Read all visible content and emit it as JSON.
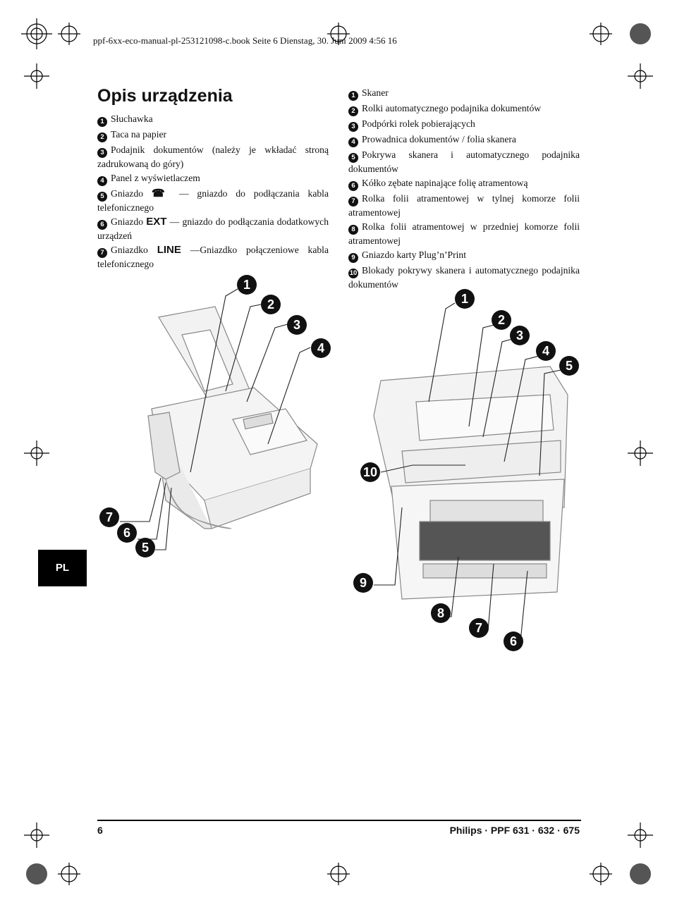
{
  "header": {
    "file_line": "ppf-6xx-eco-manual-pl-253121098-c.book  Seite 6  Dienstag, 30. Juni 2009  4:56 16"
  },
  "section": {
    "title": "Opis urządzenia"
  },
  "left_list": [
    {
      "num": "1",
      "text": "Słuchawka"
    },
    {
      "num": "2",
      "text": "Taca na papier"
    },
    {
      "num": "3",
      "text": "Podajnik dokumentów (należy je wkładać stroną zadrukowaną do góry)"
    },
    {
      "num": "4",
      "text": "Panel z wyświetlaczem"
    },
    {
      "num": "5",
      "pre": "Gniazdo",
      "symbol": "☎",
      "post": "— gniazdo do podłączania kabla telefonicznego"
    },
    {
      "num": "6",
      "pre": "Gniazdo",
      "symbol": "EXT",
      "post": "— gniazdo do podłączania dodatkowych urządzeń"
    },
    {
      "num": "7",
      "pre": "Gniazdko",
      "symbol": "LINE",
      "post": "—Gniazdko połączeniowe kabla telefonicznego"
    }
  ],
  "right_list": [
    {
      "num": "1",
      "text": "Skaner"
    },
    {
      "num": "2",
      "text": "Rolki automatycznego podajnika dokumentów"
    },
    {
      "num": "3",
      "text": "Podpórki rolek pobierających"
    },
    {
      "num": "4",
      "text": "Prowadnica dokumentów / folia skanera"
    },
    {
      "num": "5",
      "text": "Pokrywa skanera i automatycznego podajnika dokumentów"
    },
    {
      "num": "6",
      "text": "Kółko zębate napinające folię atramentową"
    },
    {
      "num": "7",
      "text": "Rolka folii atramentowej w tylnej komorze folii atramentowej"
    },
    {
      "num": "8",
      "text": "Rolka folii atramentowej w przedniej komorze folii atramentowej"
    },
    {
      "num": "9",
      "text": "Gniazdo karty Plug’n’Print"
    },
    {
      "num": "10",
      "text": "Blokady pokrywy skanera i automatycznego podajnika dokumentów"
    }
  ],
  "callouts_left": [
    "1",
    "2",
    "3",
    "4",
    "7",
    "6",
    "5"
  ],
  "callouts_right": [
    "1",
    "2",
    "3",
    "4",
    "5",
    "10",
    "9",
    "8",
    "7",
    "6"
  ],
  "side_tab": "PL",
  "footer": {
    "page_number": "6",
    "product": "Philips · PPF 631 · 632 · 675"
  },
  "icons": [
    "registration-mark-icon",
    "phone-handset-icon"
  ]
}
